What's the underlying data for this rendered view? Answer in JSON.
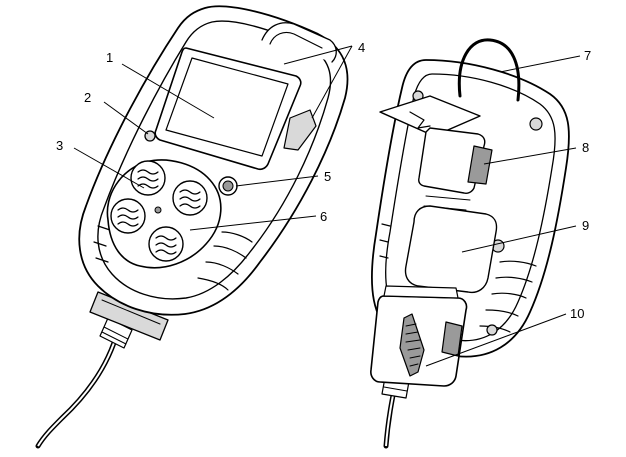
{
  "callouts": [
    {
      "id": "1",
      "label": "1"
    },
    {
      "id": "2",
      "label": "2"
    },
    {
      "id": "3",
      "label": "3"
    },
    {
      "id": "4",
      "label": "4"
    },
    {
      "id": "5",
      "label": "5"
    },
    {
      "id": "6",
      "label": "6"
    },
    {
      "id": "7",
      "label": "7"
    },
    {
      "id": "8",
      "label": "8"
    },
    {
      "id": "9",
      "label": "9"
    },
    {
      "id": "10",
      "label": "10"
    }
  ],
  "colors": {
    "ink": "#000000",
    "background": "#ffffff",
    "shade": "#d9d9d9",
    "dark_shade": "#9a9a9a"
  },
  "icons": [
    "gas-detector-front-illustration",
    "gas-detector-back-illustration"
  ]
}
